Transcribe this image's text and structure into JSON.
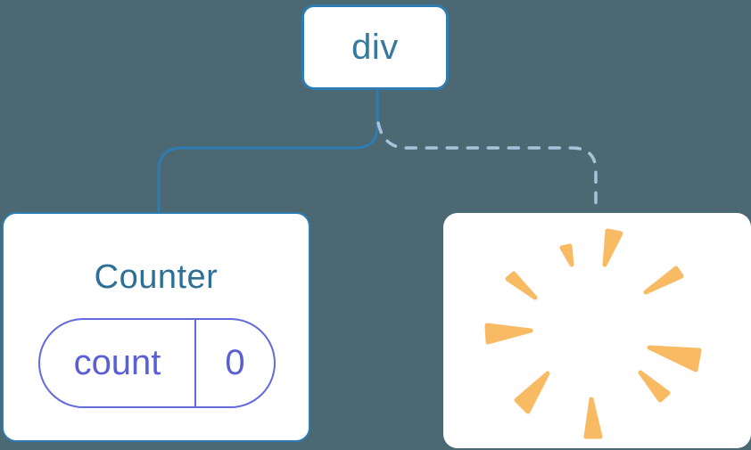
{
  "canvas": {
    "background": "#4C6973"
  },
  "diagram": {
    "type": "component-tree",
    "root_node": {
      "label": "div",
      "text_color": "#36789F",
      "border_color": "#2E7CB1",
      "fill": "#FFFFFF"
    },
    "children": {
      "counter": {
        "title": "Counter",
        "title_color": "#2E7095",
        "border_color": "#2E7CB1",
        "fill": "#FFFFFF",
        "state_pill": {
          "key": "count",
          "value": "0",
          "text_color": "#5A60D4",
          "border_color": "#636ADB"
        },
        "edge": {
          "type": "solid",
          "from": "div",
          "to": "Counter",
          "color": "#2E7CB1"
        }
      },
      "removed": {
        "icon": "poof-starburst",
        "poof_color": "#F8BB63",
        "fill": "#FFFFFF",
        "edge": {
          "type": "dashed",
          "from": "div",
          "to": "removed-component",
          "color": "#A5C4DA"
        }
      }
    }
  }
}
